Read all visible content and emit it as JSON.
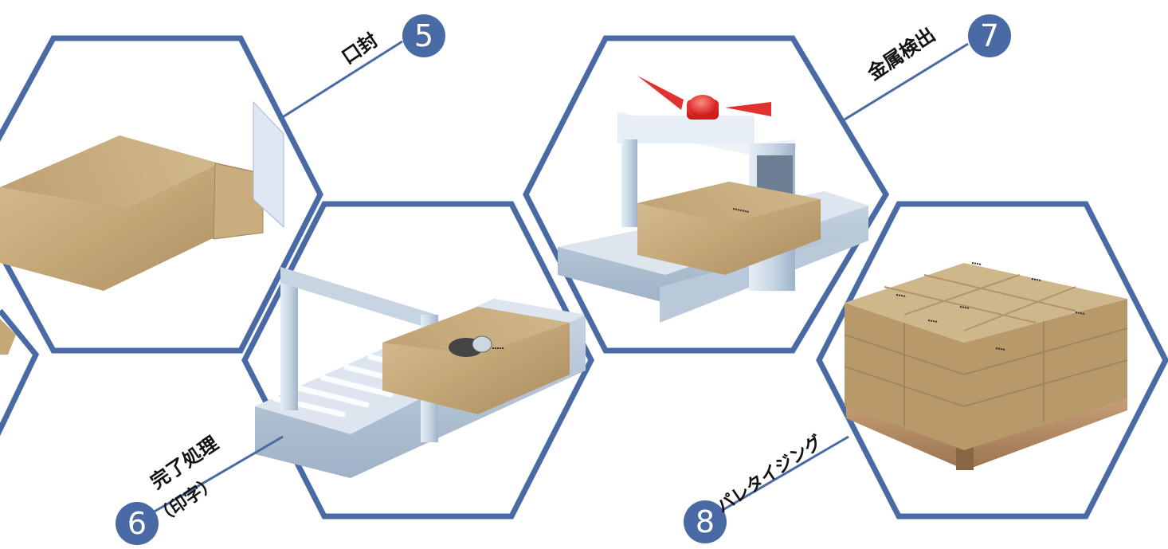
{
  "colors": {
    "hex_frame": "#4a6aa5",
    "badge": "#4a6aa5",
    "bag": "#c4a878",
    "conveyor": "#b8c8d8",
    "alarm": "#e03030"
  },
  "steps": [
    {
      "number": "5",
      "label": "口封"
    },
    {
      "number": "6",
      "label": "完了処理",
      "sublabel": "（印字）"
    },
    {
      "number": "7",
      "label": "金属検出"
    },
    {
      "number": "8",
      "label": "パレタイジング"
    }
  ]
}
